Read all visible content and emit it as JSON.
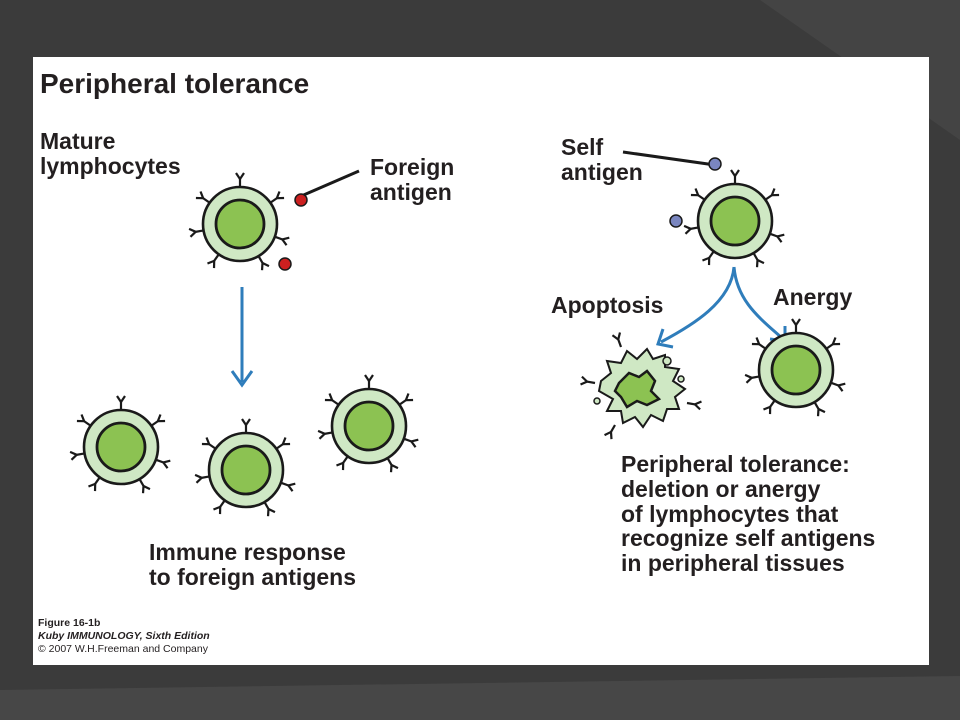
{
  "diagram": {
    "title": "Peripheral tolerance",
    "labels": {
      "mature": "Mature\nlymphocytes",
      "foreign_antigen": "Foreign\nantigen",
      "self_antigen": "Self\nantigen",
      "apoptosis": "Apoptosis",
      "anergy": "Anergy",
      "immune_response": "Immune response\nto foreign antigens",
      "peripheral_summary": "Peripheral tolerance:\ndeletion or anergy\nof lymphocytes that\nrecognize self antigens\nin peripheral tissues"
    },
    "caption": {
      "figure": "Figure 16-1b",
      "book": "Kuby IMMUNOLOGY, Sixth Edition",
      "copyright": "© 2007 W.H.Freeman and Company"
    },
    "colors": {
      "background": "#3b3b3b",
      "panel": "#ffffff",
      "cytoplasm": "#cfe8c4",
      "nucleus": "#8cc252",
      "outline": "#1a1a1a",
      "arrow": "#2f7dbb",
      "foreign_antigen": "#cc2020",
      "self_antigen": "#7a86c0"
    }
  }
}
